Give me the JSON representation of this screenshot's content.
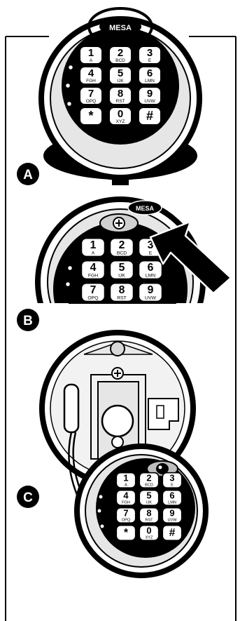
{
  "brand": "MESA",
  "keys": [
    {
      "digit": "1",
      "letters": "A"
    },
    {
      "digit": "2",
      "letters": "BCD"
    },
    {
      "digit": "3",
      "letters": "E"
    },
    {
      "digit": "4",
      "letters": "FGH"
    },
    {
      "digit": "5",
      "letters": "IJK"
    },
    {
      "digit": "6",
      "letters": "LMN"
    },
    {
      "digit": "7",
      "letters": "OPQ"
    },
    {
      "digit": "8",
      "letters": "RST"
    },
    {
      "digit": "9",
      "letters": "UVW"
    },
    {
      "digit": "*",
      "letters": ""
    },
    {
      "digit": "0",
      "letters": "XYZ"
    },
    {
      "digit": "#",
      "letters": ""
    }
  ],
  "steps": [
    {
      "label": "A"
    },
    {
      "label": "B"
    },
    {
      "label": "C"
    }
  ],
  "colors": {
    "ink": "#000000",
    "paper": "#ffffff",
    "grey": "#bdbdbd",
    "dark": "#1a1a1a"
  }
}
